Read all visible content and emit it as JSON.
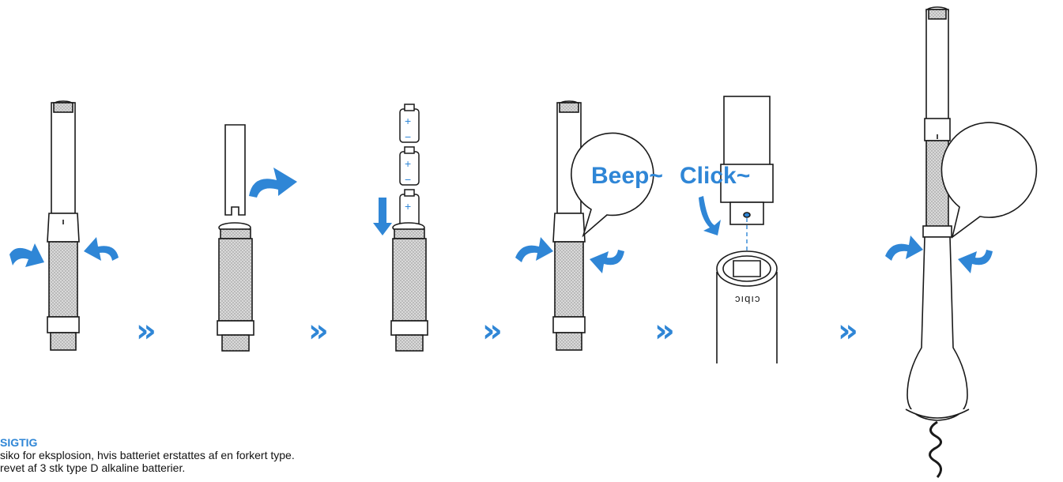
{
  "steps": [
    {
      "id": 1,
      "action": "unscrew top and bottom sections"
    },
    {
      "id": 2,
      "action": "remove top section"
    },
    {
      "id": 3,
      "action": "insert batteries"
    },
    {
      "id": 4,
      "action": "screw sections back together"
    },
    {
      "id": 5,
      "action": "place on charging base"
    },
    {
      "id": 6,
      "action": "attach handle and screw"
    }
  ],
  "battery_symbols": {
    "plus": "+",
    "minus": "−"
  },
  "callout": {
    "beep": "Beep~",
    "click": "Click~"
  },
  "base_label": "ɔıqıɔ",
  "arrow_glyph": "»",
  "caution": {
    "title": "SIGTIG",
    "line1": "siko for eksplosion, hvis batteriet erstattes af en forkert type.",
    "line2": "revet af 3 stk type D alkaline batterier."
  },
  "colors": {
    "accent": "#2f86d6",
    "line": "#1a1a1a",
    "grip": "#d2d2d2"
  }
}
